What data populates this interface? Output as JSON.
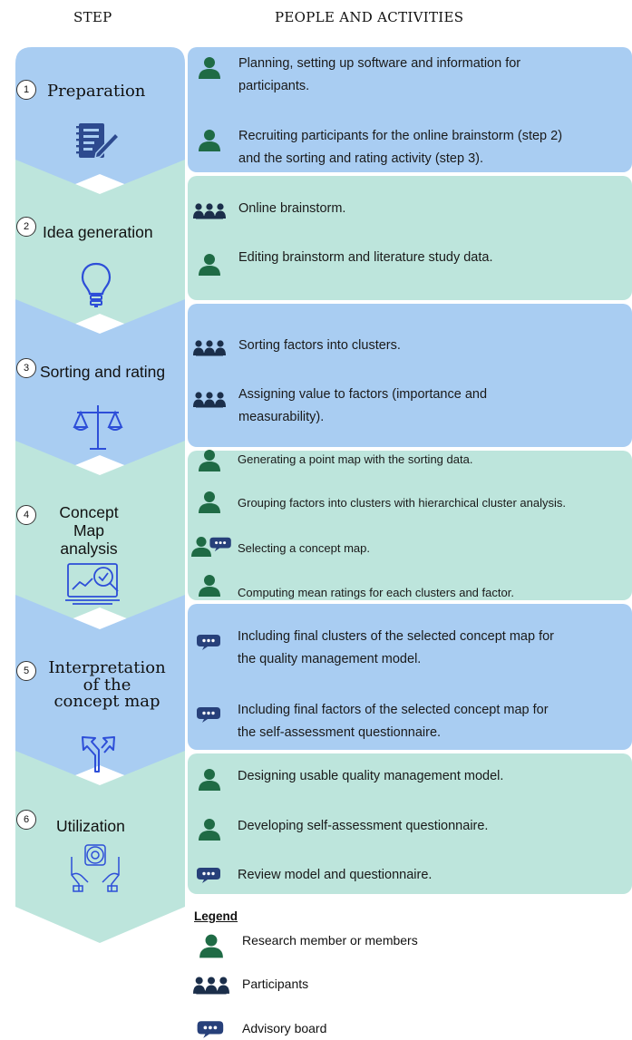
{
  "headers": {
    "step": "STEP",
    "activities": "PEOPLE AND ACTIVITIES"
  },
  "colors": {
    "blue": "#a9cdf2",
    "green": "#bde5dc",
    "person": "#1f6b45",
    "participants": "#1b2e4a",
    "advisory": "#27407a"
  },
  "steps": [
    {
      "num": "1",
      "label": "Preparation",
      "icon": "notebook-pen-icon"
    },
    {
      "num": "2",
      "label": "Idea generation",
      "icon": "lightbulb-icon"
    },
    {
      "num": "3",
      "label": "Sorting and rating",
      "icon": "scales-icon"
    },
    {
      "num": "4",
      "label_line1": "Concept Map",
      "label_line2": "analysis",
      "icon": "chart-magnifier-icon"
    },
    {
      "num": "5",
      "label_line1": "Interpretation",
      "label_line2": "of the",
      "label_line3": "concept map",
      "icon": "diverging-arrows-icon"
    },
    {
      "num": "6",
      "label": "Utilization",
      "icon": "hands-gear-icon"
    }
  ],
  "activities": [
    {
      "line1": "Planning, setting up software and information for",
      "line2": "participants.",
      "who": "research-member"
    },
    {
      "line1": "Recruiting participants for the online brainstorm (step 2)",
      "line2": "and the sorting and rating activity (step 3).",
      "who": "research-member"
    },
    {
      "line1": "Online brainstorm.",
      "who": "participants"
    },
    {
      "line1": "Editing brainstorm  and literature study data.",
      "who": "research-member"
    },
    {
      "line1": "Sorting factors into clusters.",
      "who": "participants"
    },
    {
      "line1": "Assigning value to factors (importance and",
      "line2": "measurability).",
      "who": "participants"
    },
    {
      "line1": "Generating a point map with the sorting data.",
      "who": "research-member"
    },
    {
      "line1": "Grouping factors into clusters with hierarchical cluster analysis.",
      "who": "research-member"
    },
    {
      "line1": "Selecting a concept map.",
      "who": "research-member+advisory"
    },
    {
      "line1": "Computing mean ratings for each clusters and factor.",
      "who": "research-member"
    },
    {
      "line1": "Including final clusters of the selected concept map for",
      "line2": "the quality management model.",
      "who": "advisory"
    },
    {
      "line1": "Including final factors of the selected concept map for",
      "line2": "the self-assessment questionnaire.",
      "who": "advisory"
    },
    {
      "line1": "Designing usable quality management model.",
      "who": "research-member"
    },
    {
      "line1": "Developing self-assessment questionnaire.",
      "who": "research-member"
    },
    {
      "line1": "Review model and questionnaire.",
      "who": "advisory"
    }
  ],
  "legend": {
    "title": "Legend",
    "items": [
      "Research member or members",
      "Participants",
      "Advisory board"
    ]
  }
}
